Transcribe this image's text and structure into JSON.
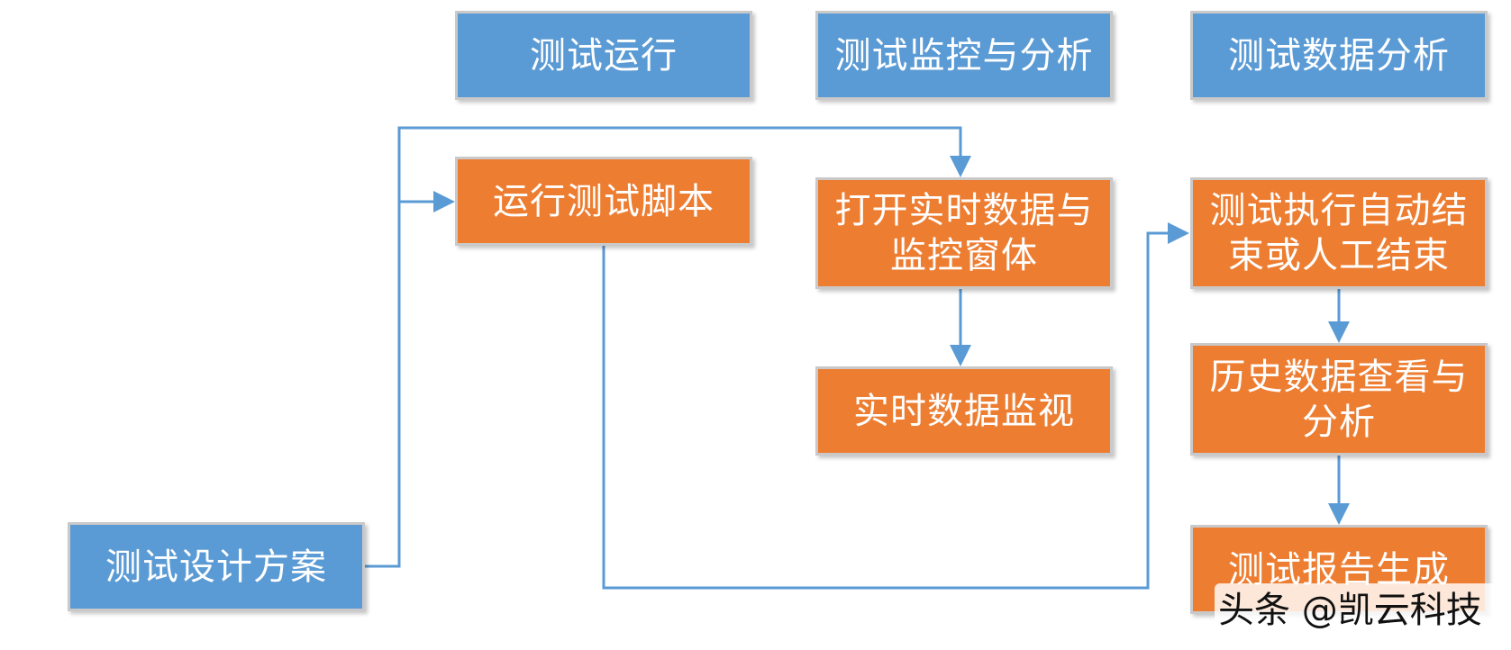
{
  "colors": {
    "header_fill": "#5b9bd5",
    "process_fill": "#ed7d31",
    "arrow": "#5b9bd5",
    "box_text": "#ffffff"
  },
  "headers": {
    "test_run": "测试运行",
    "test_monitor": "测试监控与分析",
    "test_data": "测试数据分析"
  },
  "nodes": {
    "design_plan": "测试设计方案",
    "run_script": "运行测试脚本",
    "open_realtime": [
      "打开实时数据与",
      "监控窗体"
    ],
    "realtime_monitor": "实时数据监视",
    "end_test": [
      "测试执行自动结",
      "束或人工结束"
    ],
    "history_analysis": [
      "历史数据查看与",
      "分析"
    ],
    "report": "测试报告生成"
  },
  "watermark": "头条 @凯云科技"
}
